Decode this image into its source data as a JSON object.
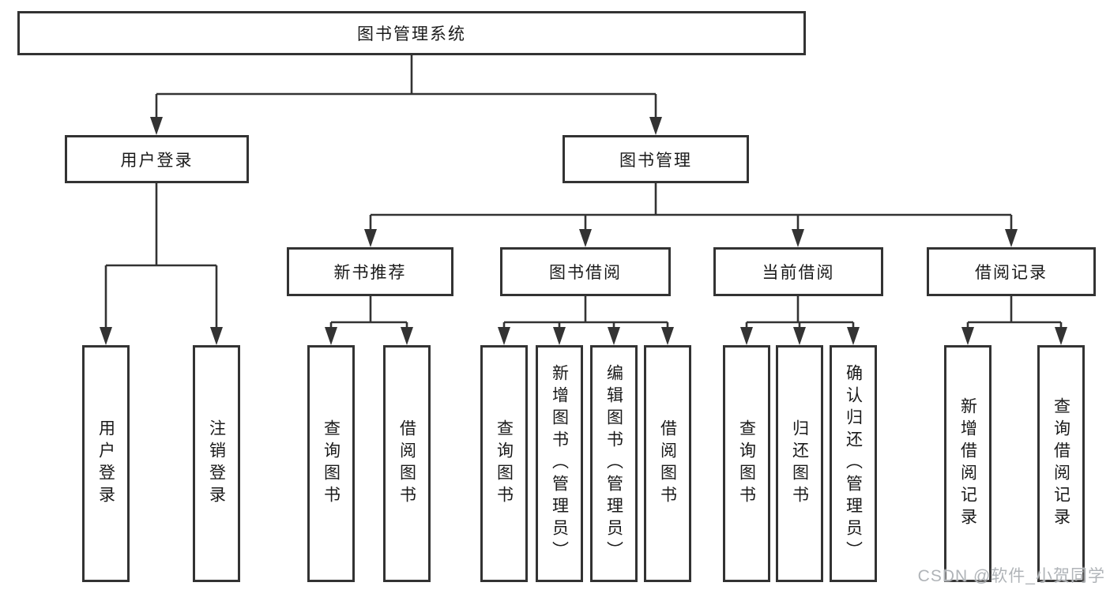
{
  "tree": {
    "label": "图书管理系统",
    "children": [
      {
        "label": "用户登录",
        "children": [
          {
            "label": "用户登录"
          },
          {
            "label": "注销登录"
          }
        ]
      },
      {
        "label": "图书管理",
        "children": [
          {
            "label": "新书推荐",
            "children": [
              {
                "label": "查询图书"
              },
              {
                "label": "借阅图书"
              }
            ]
          },
          {
            "label": "图书借阅",
            "children": [
              {
                "label": "查询图书"
              },
              {
                "label": "新增图书（管理员）"
              },
              {
                "label": "编辑图书（管理员）"
              },
              {
                "label": "借阅图书"
              }
            ]
          },
          {
            "label": "当前借阅",
            "children": [
              {
                "label": "查询图书"
              },
              {
                "label": "归还图书"
              },
              {
                "label": "确认归还（管理员）"
              }
            ]
          },
          {
            "label": "借阅记录",
            "children": [
              {
                "label": "新增借阅记录"
              },
              {
                "label": "查询借阅记录"
              }
            ]
          }
        ]
      }
    ]
  },
  "watermark": {
    "text": "CSDN @软件_小贺同学"
  },
  "colors": {
    "line": "#333333",
    "box_border": "#333333",
    "text": "#1a1a1a",
    "background": "#ffffff",
    "watermark": "#b0b4b8"
  }
}
